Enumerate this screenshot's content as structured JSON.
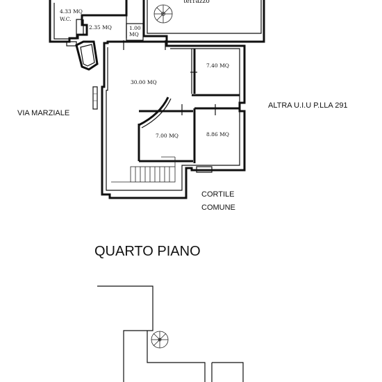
{
  "rooms": {
    "terrazzo": "terrazzo",
    "wc_area": "4.33 MQ",
    "wc": "W.C.",
    "small_a": "2.35 MQ",
    "small_b": "1.00",
    "small_b_unit": "MQ",
    "main": "30.00 MQ",
    "room_740": "7.40 MQ",
    "room_700": "7.00 MQ",
    "room_886": "8.86 MQ"
  },
  "labels": {
    "via_marziale": "VIA MARZIALE",
    "altra_uiu": "ALTRA U.I.U P.LLA 291",
    "cortile": "CORTILE",
    "comune": "COMUNE",
    "floor_title": "QUARTO PIANO"
  }
}
